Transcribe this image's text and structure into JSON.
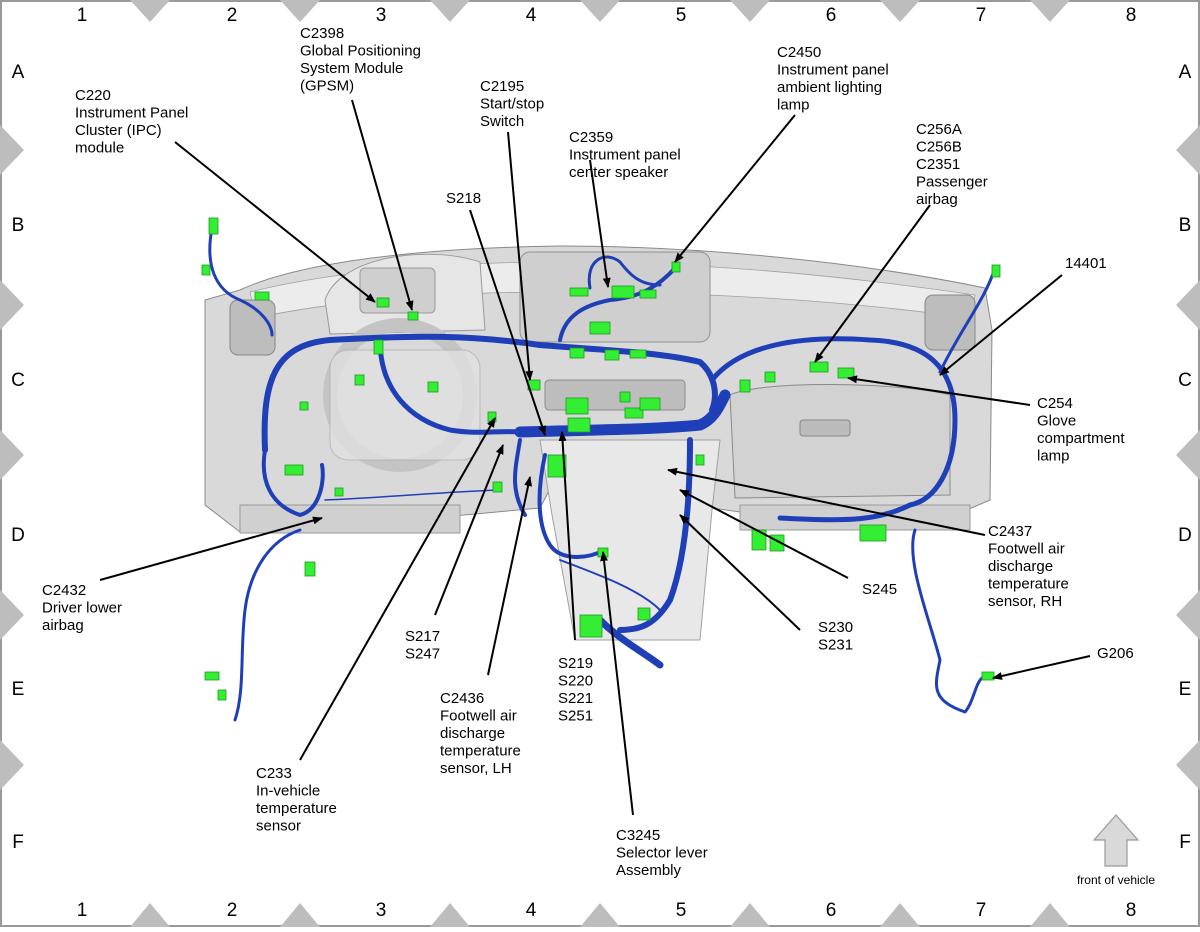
{
  "grid": {
    "columns": [
      "1",
      "2",
      "3",
      "4",
      "5",
      "6",
      "7",
      "8"
    ],
    "rows": [
      "A",
      "B",
      "C",
      "D",
      "E",
      "F"
    ]
  },
  "callouts": [
    {
      "id": "c220",
      "lines": [
        "C220",
        "Instrument Panel",
        "Cluster (IPC)",
        "module"
      ]
    },
    {
      "id": "c2398",
      "lines": [
        "C2398",
        "Global Positioning",
        "System Module",
        "(GPSM)"
      ]
    },
    {
      "id": "c2195",
      "lines": [
        "C2195",
        "Start/stop",
        "Switch"
      ]
    },
    {
      "id": "c2359",
      "lines": [
        "C2359",
        "Instrument panel",
        "center speaker"
      ]
    },
    {
      "id": "c2450",
      "lines": [
        "C2450",
        "Instrument panel",
        "ambient lighting",
        "lamp"
      ]
    },
    {
      "id": "c256",
      "lines": [
        "C256A",
        "C256B",
        "C2351",
        "Passenger",
        "airbag"
      ]
    },
    {
      "id": "s218",
      "lines": [
        "S218"
      ]
    },
    {
      "id": "n14401",
      "lines": [
        "14401"
      ]
    },
    {
      "id": "c254",
      "lines": [
        "C254",
        "Glove",
        "compartment",
        "lamp"
      ]
    },
    {
      "id": "c2437",
      "lines": [
        "C2437",
        "Footwell air",
        "discharge",
        "temperature",
        "sensor, RH"
      ]
    },
    {
      "id": "s245",
      "lines": [
        "S245"
      ]
    },
    {
      "id": "s230",
      "lines": [
        "S230",
        "S231"
      ]
    },
    {
      "id": "g206",
      "lines": [
        "G206"
      ]
    },
    {
      "id": "c2432",
      "lines": [
        "C2432",
        "Driver lower",
        "airbag"
      ]
    },
    {
      "id": "s217",
      "lines": [
        "S217",
        "S247"
      ]
    },
    {
      "id": "s219",
      "lines": [
        "S219",
        "S220",
        "S221",
        "S251"
      ]
    },
    {
      "id": "c2436",
      "lines": [
        "C2436",
        "Footwell air",
        "discharge",
        "temperature",
        "sensor, LH"
      ]
    },
    {
      "id": "c233",
      "lines": [
        "C233",
        "In-vehicle",
        "temperature",
        "sensor"
      ]
    },
    {
      "id": "c3245",
      "lines": [
        "C3245",
        "Selector lever",
        "Assembly"
      ]
    }
  ],
  "front_label": "front of vehicle",
  "colors": {
    "harness": "#1f3fb8",
    "connector": "#33ee33",
    "dash": "#d6d6d6",
    "frame": "#bdbdbd",
    "arrow_fill": "#d9d9d9"
  }
}
